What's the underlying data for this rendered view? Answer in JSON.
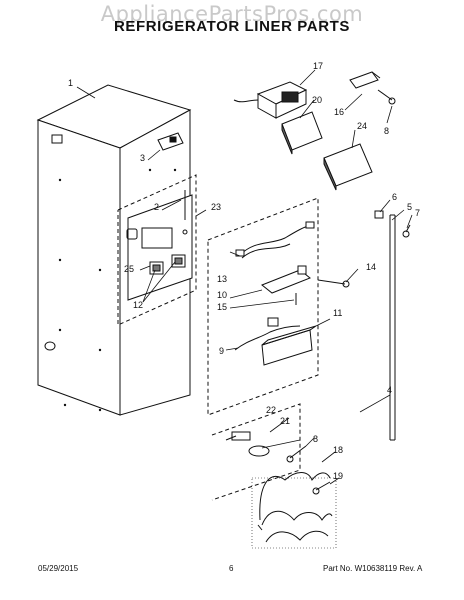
{
  "watermark": "AppliancePartsPros.com",
  "title": "REFRIGERATOR LINER PARTS",
  "callouts": [
    "1",
    "2",
    "3",
    "4",
    "5",
    "6",
    "7",
    "8",
    "8",
    "9",
    "10",
    "11",
    "12",
    "12",
    "13",
    "14",
    "15",
    "16",
    "17",
    "18",
    "19",
    "20",
    "21",
    "22",
    "23",
    "24",
    "25"
  ],
  "footer": {
    "date": "05/29/2015",
    "page": "6",
    "part": "Part No. W10638119  Rev. A"
  }
}
